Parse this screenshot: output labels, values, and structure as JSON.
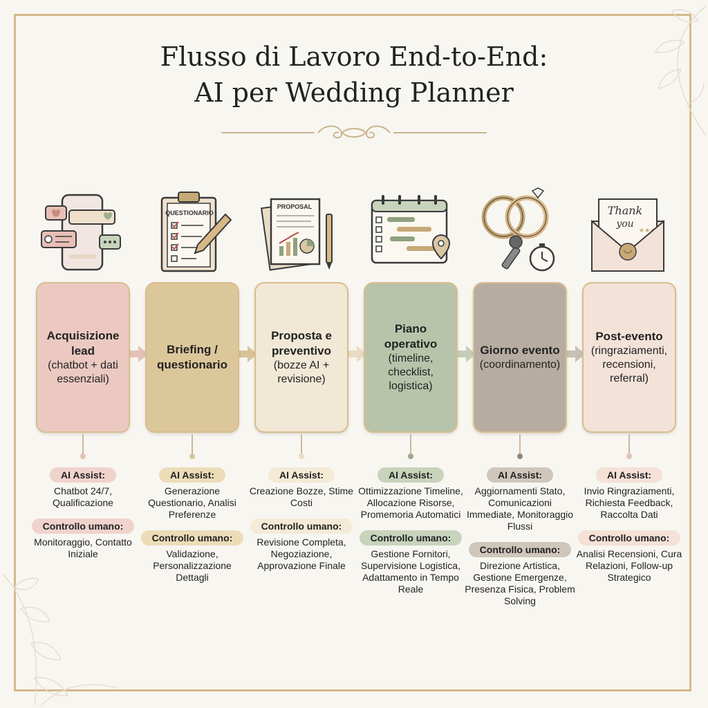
{
  "title": {
    "line1": "Flusso di Lavoro End-to-End:",
    "line2": "AI per Wedding Planner"
  },
  "icon_texts": {
    "questionnaire": "QUESTIONARIO",
    "proposal": "PROPOSAL",
    "thank1": "Thank",
    "thank2": "you"
  },
  "labels": {
    "ai": "AI Assist:",
    "human": "Controllo umano:"
  },
  "steps": [
    {
      "icon": "phone-chat-icon",
      "title": "Acquisizione lead",
      "subtitle": "(chatbot + dati essenziali)",
      "color": "#ebc9c1",
      "pill_color": "#f0d3cc",
      "ai_text": "Chatbot 24/7, Qualificazione",
      "human_text": "Monitoraggio, Contatto Iniziale"
    },
    {
      "icon": "clipboard-icon",
      "title": "Briefing / questionario",
      "subtitle": "",
      "color": "#dcc79b",
      "pill_color": "#ecdcb8",
      "ai_text": "Generazione Questionario, Analisi Preferenze",
      "human_text": "Validazione, Personalizzazione Dettagli"
    },
    {
      "icon": "proposal-icon",
      "title": "Proposta e preventivo",
      "subtitle": "(bozze AI + revisione)",
      "color": "#f1e8d6",
      "pill_color": "#f4ead6",
      "ai_text": "Creazione Bozze, Stime Costi",
      "human_text": "Revisione Completa, Negoziazione, Approvazione Finale"
    },
    {
      "icon": "calendar-gantt-icon",
      "title": "Piano operativo",
      "subtitle": "(timeline, checklist, logistica)",
      "color": "#b7c4aa",
      "pill_color": "#c8d3bc",
      "ai_text": "Ottimizzazione Timeline, Allocazione Risorse, Promemoria Automatici",
      "human_text": "Gestione Fornitori, Supervisione Logistica, Adattamento in Tempo Reale"
    },
    {
      "icon": "rings-icon",
      "title": "Giorno evento",
      "subtitle": "(coordinamento)",
      "color": "#b7aca1",
      "pill_color": "#cfc6bc",
      "ai_text": "Aggiornamenti Stato, Comunicazioni Immediate, Monitoraggio Flussi",
      "human_text": "Direzione Artistica, Gestione Emergenze, Presenza Fisica, Problem Solving"
    },
    {
      "icon": "thank-you-envelope-icon",
      "title": "Post-evento",
      "subtitle": "(ringraziamenti, recensioni, referral)",
      "color": "#f3e2d8",
      "pill_color": "#f5e1d7",
      "ai_text": "Invio Ringraziamenti, Richiesta Feedback, Raccolta Dati",
      "human_text": "Analisi Recensioni, Cura Relazioni, Follow-up Strategico"
    }
  ]
}
